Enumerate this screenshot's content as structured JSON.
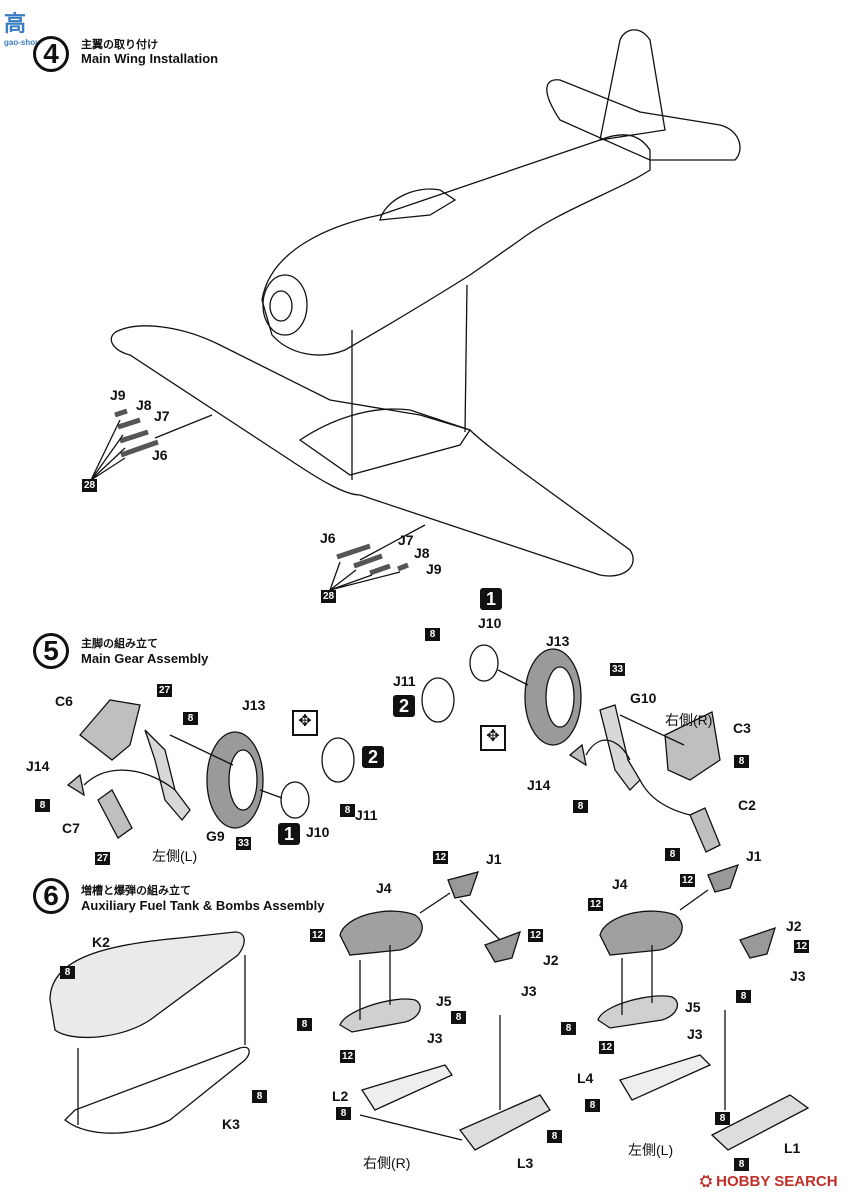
{
  "watermark_top": {
    "main": "高",
    "domain": "gao-shou"
  },
  "watermark_bottom": "HOBBY SEARCH",
  "steps": {
    "s4": {
      "num": "4",
      "jp": "主翼の取り付け",
      "en": "Main Wing Installation"
    },
    "s5": {
      "num": "5",
      "jp": "主脚の組み立て",
      "en": "Main Gear Assembly"
    },
    "s6": {
      "num": "6",
      "jp": "増槽と爆弾の組み立て",
      "en": "Auxiliary Fuel Tank & Bombs Assembly"
    }
  },
  "parts": {
    "J6": "J6",
    "J7": "J7",
    "J8": "J8",
    "J9": "J9",
    "J10": "J10",
    "J11": "J11",
    "J13": "J13",
    "J14": "J14",
    "G9": "G9",
    "G10": "G10",
    "C2": "C2",
    "C3": "C3",
    "C6": "C6",
    "C7": "C7",
    "J1": "J1",
    "J2": "J2",
    "J3": "J3",
    "J4": "J4",
    "J5": "J5",
    "K2": "K2",
    "K3": "K3",
    "L1": "L1",
    "L2": "L2",
    "L3": "L3",
    "L4": "L4"
  },
  "sides": {
    "left": "左側(L)",
    "right": "右側(R)"
  },
  "badges": {
    "b8": "8",
    "b12": "12",
    "b27": "27",
    "b28": "28",
    "b33": "33"
  },
  "options": {
    "one": "1",
    "two": "2"
  },
  "colors": {
    "ink": "#111111",
    "paper": "#ffffff",
    "parts_gray": "#bfbfbf",
    "hobby_red": "#c0302a"
  }
}
